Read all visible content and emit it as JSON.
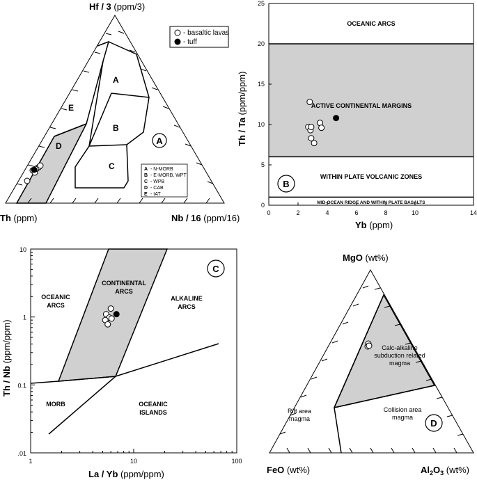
{
  "chart_data": [
    {
      "panel": "A",
      "type": "ternary",
      "apex_top": "Hf / 3",
      "apex_top_unit": "(ppm/3)",
      "apex_left": "Th",
      "apex_left_unit": "(ppm)",
      "apex_right": "Nb / 16",
      "apex_right_unit": "(ppm/16)",
      "legend": [
        {
          "symbol": "open-circle",
          "label": "- basaltic lavas"
        },
        {
          "symbol": "filled-circle",
          "label": "- tuff"
        }
      ],
      "fields": [
        "A",
        "B",
        "C",
        "D",
        "E"
      ],
      "field_key": [
        {
          "code": "A",
          "label": "- N-MORB"
        },
        {
          "code": "B",
          "label": "- E-MORB, WPT"
        },
        {
          "code": "C",
          "label": "- WPB"
        },
        {
          "code": "D",
          "label": "- CAB"
        },
        {
          "code": "E",
          "label": "- IAT"
        }
      ]
    },
    {
      "panel": "B",
      "type": "scatter",
      "xlabel": "Yb",
      "xunit": "(ppm)",
      "ylabel": "Th / Ta",
      "yunit": "(ppm/ppm)",
      "xlim": [
        0,
        14
      ],
      "ylim": [
        0,
        25
      ],
      "xticks": [
        "0",
        "2",
        "4",
        "6",
        "8",
        "10",
        "14"
      ],
      "yticks": [
        "0",
        "5",
        "10",
        "15",
        "20",
        "25"
      ],
      "field_bounds": [
        1,
        6,
        20
      ],
      "regions": [
        "OCEANIC ARCS",
        "ACTIVE CONTINENTAL MARGINS",
        "WITHIN PLATE VOLCANIC ZONES",
        "MID-OCEAN RIDGE AND WITHIN PLATE BASALTS"
      ],
      "series": [
        {
          "symbol": "open",
          "x": [
            2.8,
            2.7,
            2.85,
            2.9,
            3.5,
            3.6,
            2.9,
            3.1
          ],
          "y": [
            12.8,
            9.7,
            9.3,
            9.7,
            10.2,
            9.6,
            8.3,
            7.7
          ]
        },
        {
          "symbol": "filled",
          "x": [
            4.6
          ],
          "y": [
            10.8
          ]
        }
      ]
    },
    {
      "panel": "C",
      "type": "scatter",
      "xlabel": "La / Yb",
      "xunit": "(ppm/ppm)",
      "ylabel": "Th / Nb",
      "yunit": "(ppm/ppm)",
      "xscale": "log",
      "yscale": "log",
      "xlim": [
        1,
        100
      ],
      "ylim": [
        0.01,
        10
      ],
      "xticks": [
        "1",
        "10",
        "100"
      ],
      "yticks": [
        ".01",
        "0.1",
        "1",
        "10"
      ],
      "regions": [
        "OCEANIC ARCS",
        "CONTINENTAL ARCS",
        "ALKALINE ARCS",
        "MORB",
        "OCEANIC ISLANDS"
      ],
      "series": [
        {
          "symbol": "open",
          "x": [
            6.0,
            5.4,
            5.8,
            5.3,
            5.6,
            6.1
          ],
          "y": [
            1.33,
            1.1,
            0.98,
            0.9,
            0.78,
            0.95
          ]
        },
        {
          "symbol": "filled",
          "x": [
            6.8
          ],
          "y": [
            1.1
          ]
        }
      ]
    },
    {
      "panel": "D",
      "type": "ternary",
      "apex_top": "MgO",
      "apex_top_unit": "(wt%)",
      "apex_left": "FeO",
      "apex_left_unit": "(wt%)",
      "apex_right": "Al2O3",
      "apex_right_unit": "(wt%)",
      "regions": [
        "Calc-alkaline subduction related magma",
        "Rift area magma",
        "Collision area magma"
      ]
    }
  ]
}
